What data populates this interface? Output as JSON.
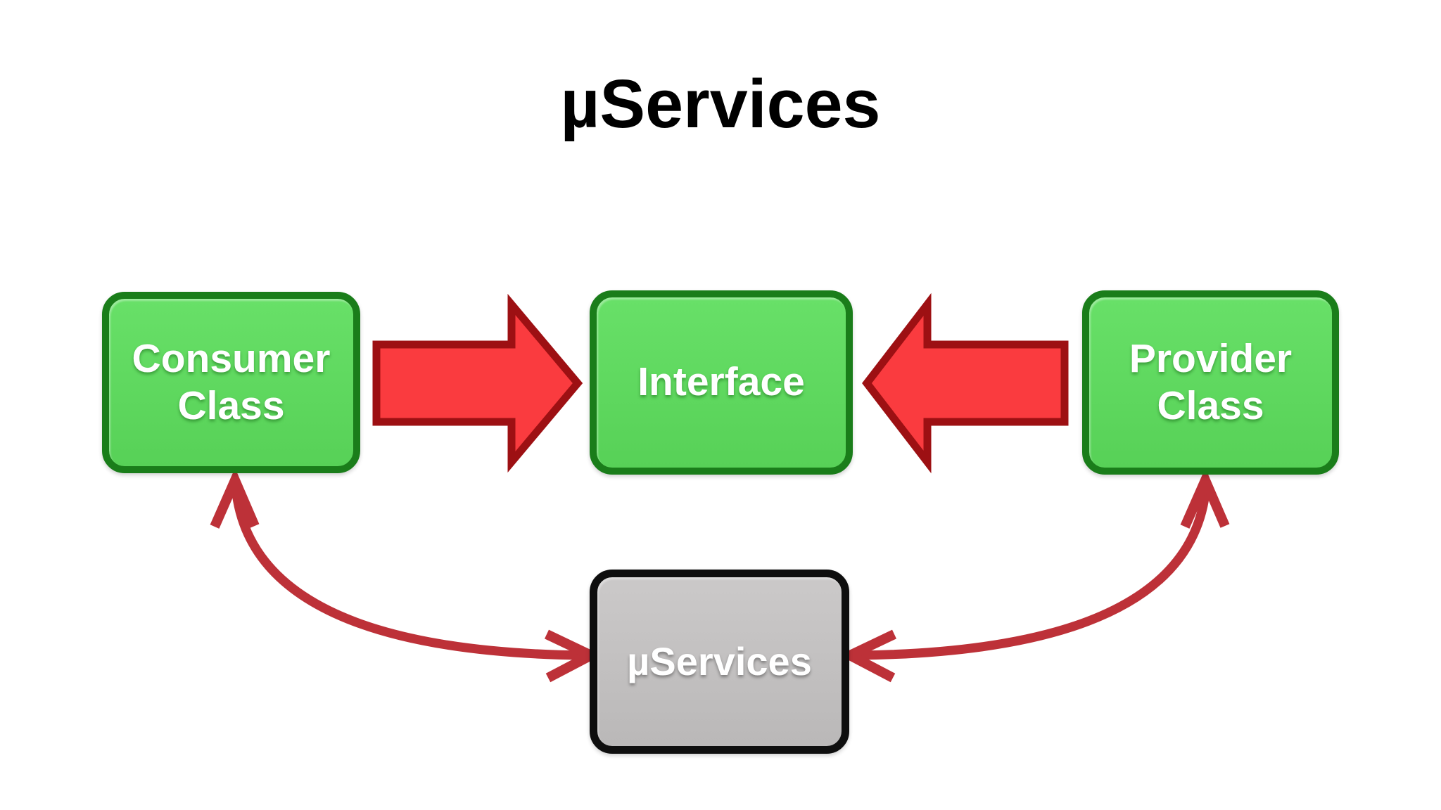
{
  "title": "µServices",
  "nodes": {
    "consumer": {
      "label": "Consumer Class",
      "fill": "#5bd75b",
      "border": "#1a7d1a"
    },
    "interface": {
      "label": "Interface",
      "fill": "#5bd75b",
      "border": "#1a7d1a"
    },
    "provider": {
      "label": "Provider Class",
      "fill": "#5bd75b",
      "border": "#1a7d1a"
    },
    "microservices": {
      "label": "µServices",
      "fill": "#c3c1c1",
      "border": "#0e0e0e"
    }
  },
  "edges": [
    {
      "from": "Consumer Class",
      "to": "Interface",
      "type": "block-arrow",
      "direction": "right",
      "fill": "#fa3b3f",
      "outline": "#9d1013"
    },
    {
      "from": "Provider Class",
      "to": "Interface",
      "type": "block-arrow",
      "direction": "left",
      "fill": "#fa3b3f",
      "outline": "#9d1013"
    },
    {
      "from": "Consumer Class",
      "to": "µServices",
      "type": "curved-double-arrow",
      "color": "#bd3138"
    },
    {
      "from": "Provider Class",
      "to": "µServices",
      "type": "curved-double-arrow",
      "color": "#bd3138"
    }
  ],
  "colors": {
    "background": "#ffffff",
    "title_text": "#000000",
    "node_text": "#ffffff",
    "green_fill": "#5bd75b",
    "green_border": "#1a7d1a",
    "gray_fill": "#c3c1c1",
    "gray_border": "#0e0e0e",
    "block_arrow_fill": "#fa3b3f",
    "block_arrow_outline": "#9d1013",
    "curve_arrow": "#bd3138"
  }
}
